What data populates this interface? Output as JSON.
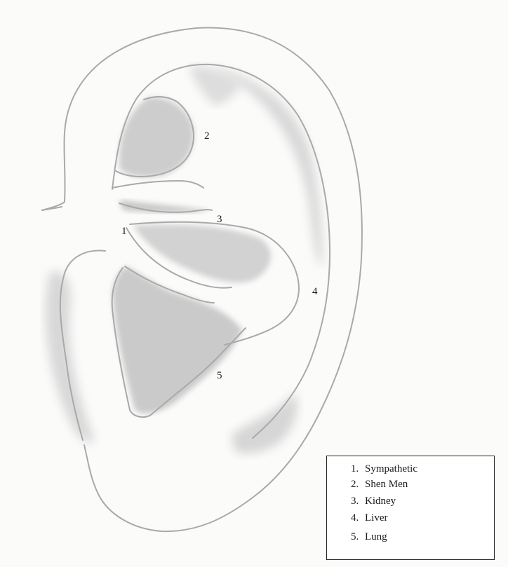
{
  "points": [
    {
      "number": "1",
      "name": "Sympathetic"
    },
    {
      "number": "2",
      "name": "Shen Men"
    },
    {
      "number": "3",
      "name": "Kidney"
    },
    {
      "number": "4",
      "name": "Liver"
    },
    {
      "number": "5",
      "name": "Lung"
    }
  ],
  "legend": {
    "items": [
      {
        "number": "1.",
        "label": "Sympathetic"
      },
      {
        "number": "2.",
        "label": "Shen Men"
      },
      {
        "number": "3.",
        "label": "Kidney"
      },
      {
        "number": "4.",
        "label": "Liver"
      },
      {
        "number": "5.",
        "label": "Lung"
      }
    ]
  },
  "colors": {
    "outline": "#a9a9a9",
    "shading_dark": "#c4c4c4",
    "shading_light": "#dedede",
    "text": "#1a1a1a"
  }
}
